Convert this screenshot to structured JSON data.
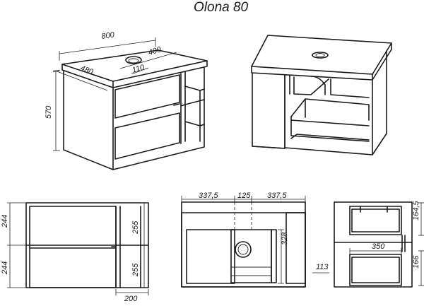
{
  "title": "Olona 80",
  "iso_front": {
    "width": "800",
    "depth": "480",
    "height": "570",
    "hole_offset": "400",
    "hole_diameter": "110"
  },
  "front_view": {
    "upper_height": "244",
    "lower_height": "244",
    "upper_opening": "255",
    "lower_opening": "255",
    "shelf_width": "200"
  },
  "top_view": {
    "left_width": "337,5",
    "center_width": "125",
    "right_width": "337,5",
    "depth": "328",
    "rear_offset": "113"
  },
  "side_view": {
    "upper_height": "164,5",
    "drawer_width": "350",
    "lower_height": "166"
  }
}
